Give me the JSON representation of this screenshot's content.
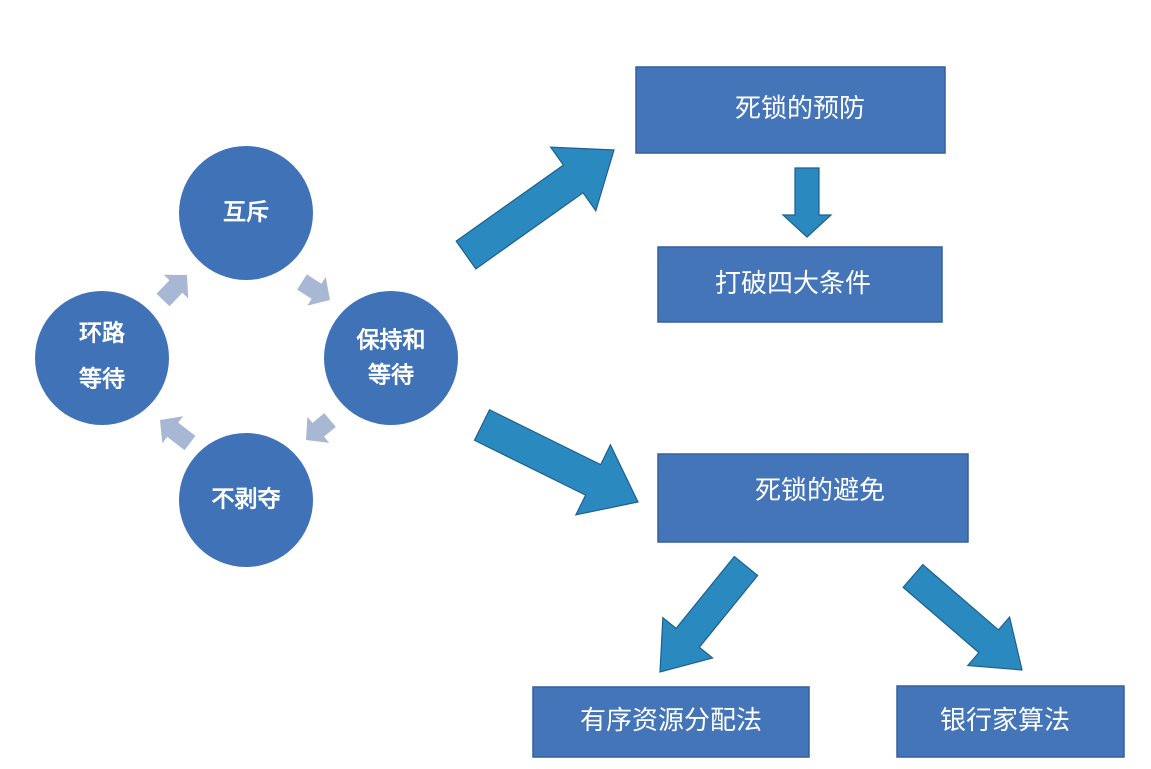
{
  "conditions": {
    "top": "互斥",
    "right_line1": "保持和",
    "right_line2": "等待",
    "bottom": "不剥夺",
    "left_line1": "环路",
    "left_line2": "等待"
  },
  "boxes": {
    "prevention": "死锁的预防",
    "break_conditions": "打破四大条件",
    "avoidance": "死锁的避免",
    "ordered_allocation": "有序资源分配法",
    "bankers": "银行家算法"
  },
  "colors": {
    "circle": "#3f72b6",
    "box": "#4475b8",
    "big_arrow": "#2a8ac0",
    "small_arrow": "#a8b7d4"
  }
}
